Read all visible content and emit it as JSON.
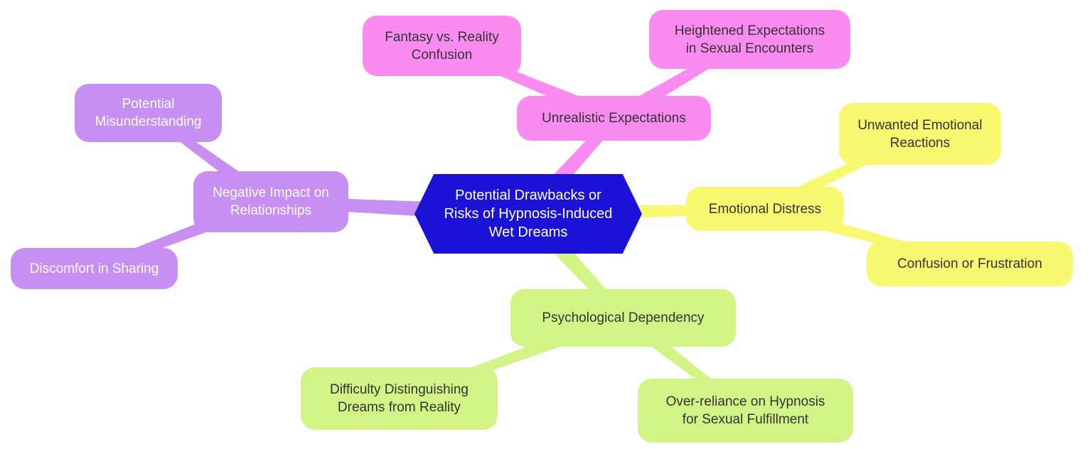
{
  "palette": {
    "background": "#ffffff",
    "root_bg": "#1a12d6",
    "pink": "#fa8cf1",
    "purple": "#c88ff3",
    "yellow": "#f9f871",
    "green": "#d2f487",
    "text_dark": "#333333",
    "text_light": "#ffffff"
  },
  "nodes": {
    "root": {
      "label": "Potential Drawbacks or\nRisks of Hypnosis-Induced\nWet Dreams"
    },
    "unrealistic": {
      "label": "Unrealistic Expectations"
    },
    "fantasy": {
      "label": "Fantasy vs. Reality\nConfusion"
    },
    "heightened": {
      "label": "Heightened Expectations\nin Sexual Encounters"
    },
    "negative": {
      "label": "Negative Impact on\nRelationships"
    },
    "misund": {
      "label": "Potential\nMisunderstanding"
    },
    "discomfort": {
      "label": "Discomfort in Sharing"
    },
    "emotional": {
      "label": "Emotional Distress"
    },
    "unwanted": {
      "label": "Unwanted Emotional\nReactions"
    },
    "confusion": {
      "label": "Confusion or Frustration"
    },
    "dependency": {
      "label": "Psychological Dependency"
    },
    "difficulty": {
      "label": "Difficulty Distinguishing\nDreams from Reality"
    },
    "overreliance": {
      "label": "Over-reliance on Hypnosis\nfor Sexual Fulfillment"
    }
  },
  "structure": {
    "root": "Potential Drawbacks or Risks of Hypnosis-Induced Wet Dreams",
    "branches": [
      {
        "label": "Unrealistic Expectations",
        "color": "#fa8cf1",
        "children": [
          "Fantasy vs. Reality Confusion",
          "Heightened Expectations in Sexual Encounters"
        ]
      },
      {
        "label": "Negative Impact on Relationships",
        "color": "#c88ff3",
        "children": [
          "Potential Misunderstanding",
          "Discomfort in Sharing"
        ]
      },
      {
        "label": "Emotional Distress",
        "color": "#f9f871",
        "children": [
          "Unwanted Emotional Reactions",
          "Confusion or Frustration"
        ]
      },
      {
        "label": "Psychological Dependency",
        "color": "#d2f487",
        "children": [
          "Difficulty Distinguishing Dreams from Reality",
          "Over-reliance on Hypnosis for Sexual Fulfillment"
        ]
      }
    ]
  }
}
